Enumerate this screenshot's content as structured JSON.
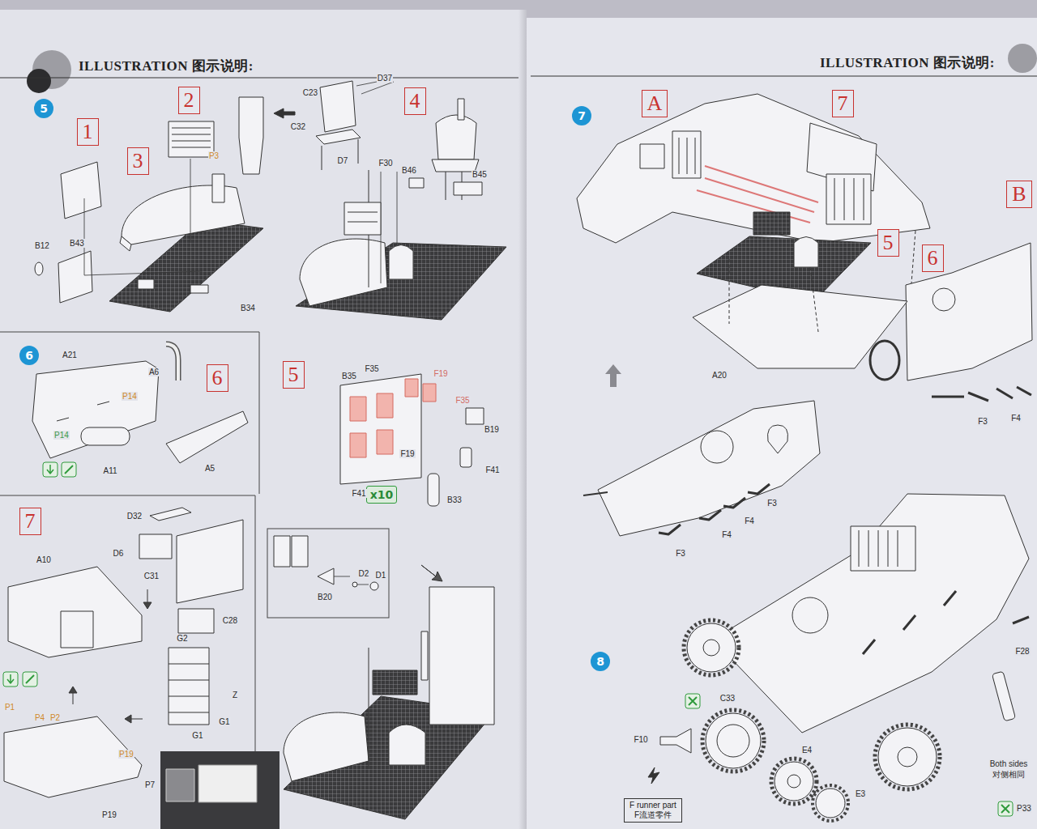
{
  "diagram": {
    "title": "ILLUSTRATION 图示说明:",
    "nodes": [
      {
        "text": [
          "5"
        ]
      },
      {
        "text": [
          "2"
        ]
      },
      {
        "text": [
          "4"
        ]
      },
      {
        "text": [
          "1"
        ]
      },
      {
        "text": [
          "3"
        ]
      },
      {
        "text": [
          "6"
        ]
      },
      {
        "text": [
          "6"
        ]
      },
      {
        "text": [
          "5"
        ]
      },
      {
        "text": [
          "x10"
        ]
      },
      {
        "text": [
          "7"
        ]
      },
      {
        "text": [
          "7"
        ]
      },
      {
        "text": [
          "A"
        ]
      },
      {
        "text": [
          "7"
        ]
      },
      {
        "text": [
          "B"
        ]
      },
      {
        "text": [
          "5"
        ]
      },
      {
        "text": [
          "6"
        ]
      },
      {
        "text": [
          "8"
        ]
      },
      {
        "text": [
          "F runner part",
          "F流道零件"
        ]
      }
    ],
    "labels": [
      "ILLUSTRATION 图示说明:",
      "C23",
      "D37",
      "C32",
      "D7",
      "F30",
      "B46",
      "B45",
      "P3",
      "B12",
      "B43",
      "B34",
      "A21",
      "A6",
      "P14",
      "P14",
      "A11",
      "A5",
      "B35",
      "F35",
      "F19",
      "F35",
      "B19",
      "F19",
      "F41",
      "F41",
      "B33",
      "B20",
      "D2",
      "D1",
      "D32",
      "D6",
      "C31",
      "C28",
      "A10",
      "G2",
      "Z",
      "G1",
      "G1",
      "P1",
      "P4",
      "P2",
      "P19",
      "P7",
      "P19",
      "A20",
      "F3",
      "F4",
      "F3",
      "F4",
      "F4",
      "F3",
      "F28",
      "C33",
      "F10",
      "E4",
      "E3",
      "Both sides",
      "对侧相同",
      "P33"
    ]
  }
}
